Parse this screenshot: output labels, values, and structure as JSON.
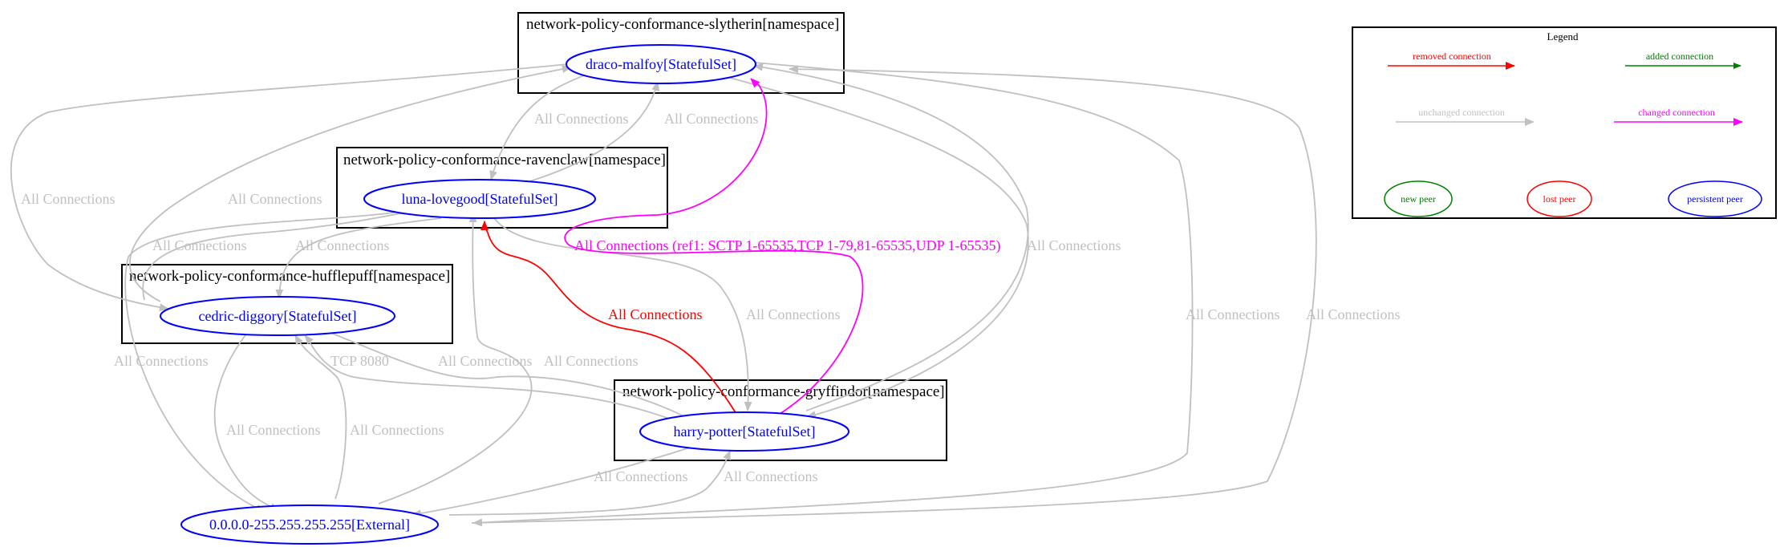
{
  "colors": {
    "unchanged": "#c0c0c0",
    "removed": "#ff0000",
    "added": "#008000",
    "changed": "#ff00ff",
    "persistent": "#0000ff",
    "border": "#000000"
  },
  "namespaces": {
    "slytherin": "network-policy-conformance-slytherin[namespace]",
    "ravenclaw": "network-policy-conformance-ravenclaw[namespace]",
    "hufflepuff": "network-policy-conformance-hufflepuff[namespace]",
    "gryffindor": "network-policy-conformance-gryffindor[namespace]"
  },
  "nodes": {
    "draco": "draco-malfoy[StatefulSet]",
    "luna": "luna-lovegood[StatefulSet]",
    "cedric": "cedric-diggory[StatefulSet]",
    "harry": "harry-potter[StatefulSet]",
    "external": "0.0.0.0-255.255.255.255[External]"
  },
  "edge_labels": {
    "all": "All Connections",
    "tcp8080": "TCP 8080",
    "changed": "All Connections (ref1: SCTP 1-65535,TCP 1-79,81-65535,UDP 1-65535)"
  },
  "legend": {
    "title": "Legend",
    "removed": "removed connection",
    "added": "added connection",
    "unchanged": "unchanged connection",
    "changed": "changed connection",
    "new_peer": "new peer",
    "lost_peer": "lost peer",
    "persistent_peer": "persistent peer"
  }
}
